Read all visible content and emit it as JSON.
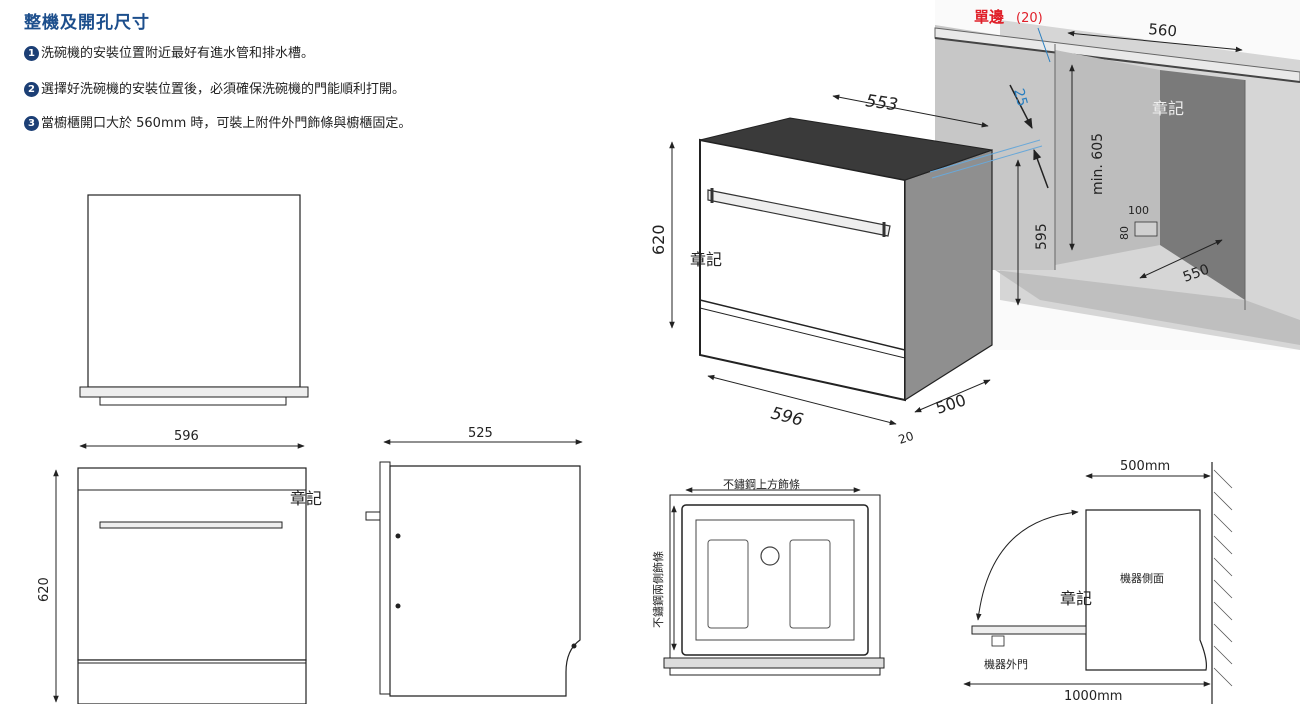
{
  "heading": "整機及開孔尺寸",
  "notes": [
    {
      "num": "1",
      "text": "洗碗機的安裝位置附近最好有進水管和排水槽。"
    },
    {
      "num": "2",
      "text": "選擇好洗碗機的安裝位置後，必須確保洗碗機的門能順利打開。"
    },
    {
      "num": "3",
      "text": "當櫥櫃開口大於 560mm 時，可裝上附件外門飾條與櫥櫃固定。"
    }
  ],
  "watermark": "章記",
  "front_view": {
    "width": "596",
    "height": "620"
  },
  "side_view": {
    "depth": "525"
  },
  "iso_view": {
    "depth": "553",
    "height": "620",
    "width": "596",
    "base_depth": "500",
    "gap": "20",
    "inner_height": "595",
    "tilt": "25"
  },
  "cabinet": {
    "single_side": "單邊",
    "single_side_value": "(20)",
    "width": "560",
    "min_height": "min. 605",
    "depth": "550",
    "notch_w": "100",
    "notch_h": "80"
  },
  "trim_view": {
    "top_trim": "不鏽鋼上方飾條",
    "side_trim": "不鏽鋼兩側飾條"
  },
  "clearance_view": {
    "depth": "500mm",
    "total": "1000mm",
    "side_label": "機器側面",
    "door_label": "機器外門"
  }
}
